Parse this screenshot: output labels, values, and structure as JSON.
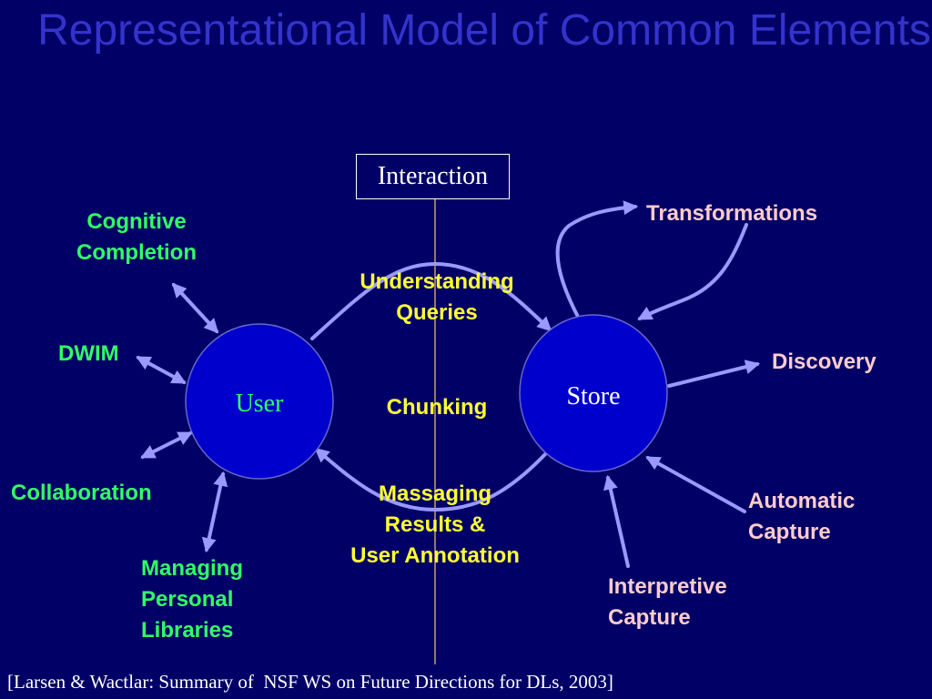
{
  "slide": {
    "title": "Representational Model of Common Elements",
    "citation": "[Larsen & Wactlar: Summary of  NSF WS on Future Directions for DLs, 2003]"
  },
  "center": {
    "box_label": "Interaction",
    "user_label": "User",
    "store_label": "Store",
    "understanding": [
      "Understanding",
      "Queries"
    ],
    "chunking": "Chunking",
    "massaging": [
      "Massaging",
      "Results &",
      "User Annotation"
    ]
  },
  "user_side": {
    "cognitive_completion": [
      "Cognitive",
      "Completion"
    ],
    "dwim": "DWIM",
    "collaboration": "Collaboration",
    "managing_libraries": [
      "Managing",
      "Personal",
      "Libraries"
    ]
  },
  "store_side": {
    "transformations": "Transformations",
    "discovery": "Discovery",
    "automatic_capture": [
      "Automatic",
      "Capture"
    ],
    "interpretive_capture": [
      "Interpretive",
      "Capture"
    ]
  },
  "colors": {
    "background": "#000066",
    "title": "#3333cc",
    "node_fill": "#0000cc",
    "arrow": "#9999ff",
    "green_label": "#33ff66",
    "yellow_label": "#ffff33",
    "pink_label": "#ffcccc",
    "divider": "#c8a060"
  }
}
